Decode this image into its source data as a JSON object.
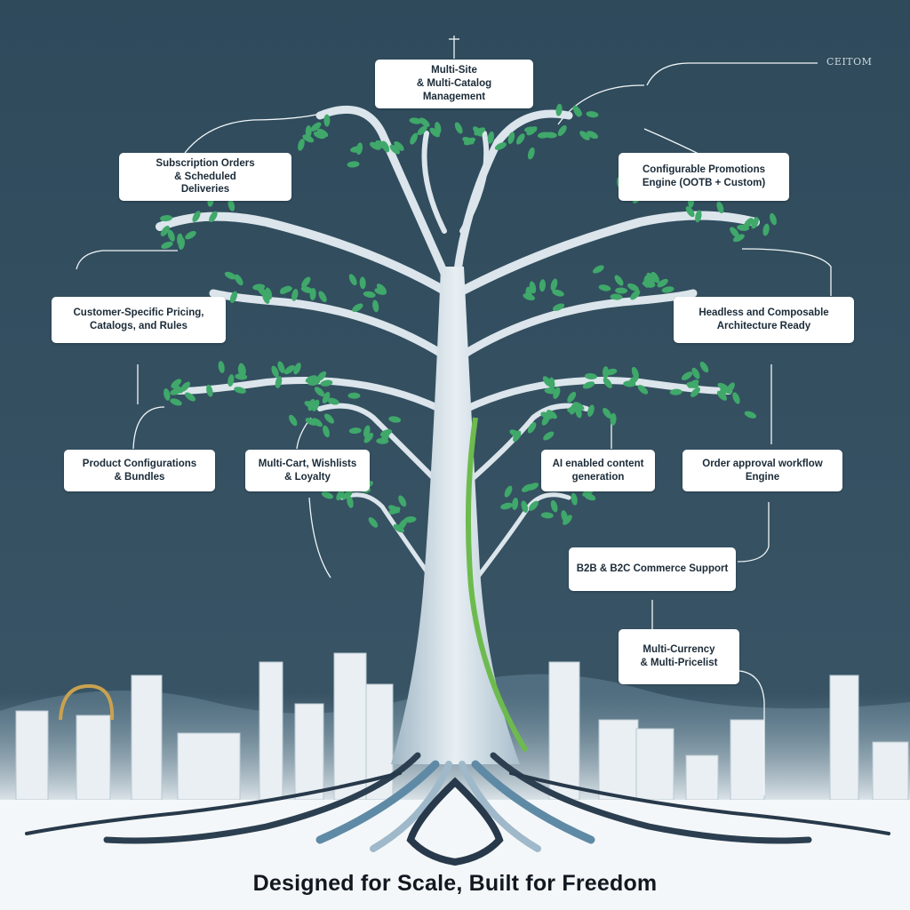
{
  "colors": {
    "background": "#2e4a5b",
    "trunk": "#d9e4ea",
    "leaf": "#3fa86a",
    "accent_green": "#6dbb4e",
    "root_blue": "#5f8aa6",
    "ground": "#f4f7f9",
    "box": "#ffffff",
    "connector": "#ffffff"
  },
  "corner_label": "CEITOM",
  "features": [
    {
      "id": "multi-site",
      "text": "Multi-Site\n& Multi-Catalog\nManagement"
    },
    {
      "id": "subscription",
      "text": "Subscription Orders\n& Scheduled\nDeliveries"
    },
    {
      "id": "promotions",
      "text": "Configurable Promotions\nEngine (OOTB + Custom)"
    },
    {
      "id": "customer-pricing",
      "text": "Customer-Specific Pricing,\nCatalogs, and Rules"
    },
    {
      "id": "headless",
      "text": "Headless and Composable\nArchitecture Ready"
    },
    {
      "id": "product-config",
      "text": "Product Configurations\n& Bundles"
    },
    {
      "id": "multi-cart",
      "text": "Multi-Cart, Wishlists\n& Loyalty"
    },
    {
      "id": "ai-content",
      "text": "AI enabled content\ngeneration"
    },
    {
      "id": "order-approval",
      "text": "Order approval workflow\nEngine"
    },
    {
      "id": "b2b-b2c",
      "text": "B2B & B2C Commerce Support"
    },
    {
      "id": "multi-currency",
      "text": "Multi-Currency\n& Multi-Pricelist"
    }
  ],
  "caption": "Designed for Scale, Built for Freedom"
}
